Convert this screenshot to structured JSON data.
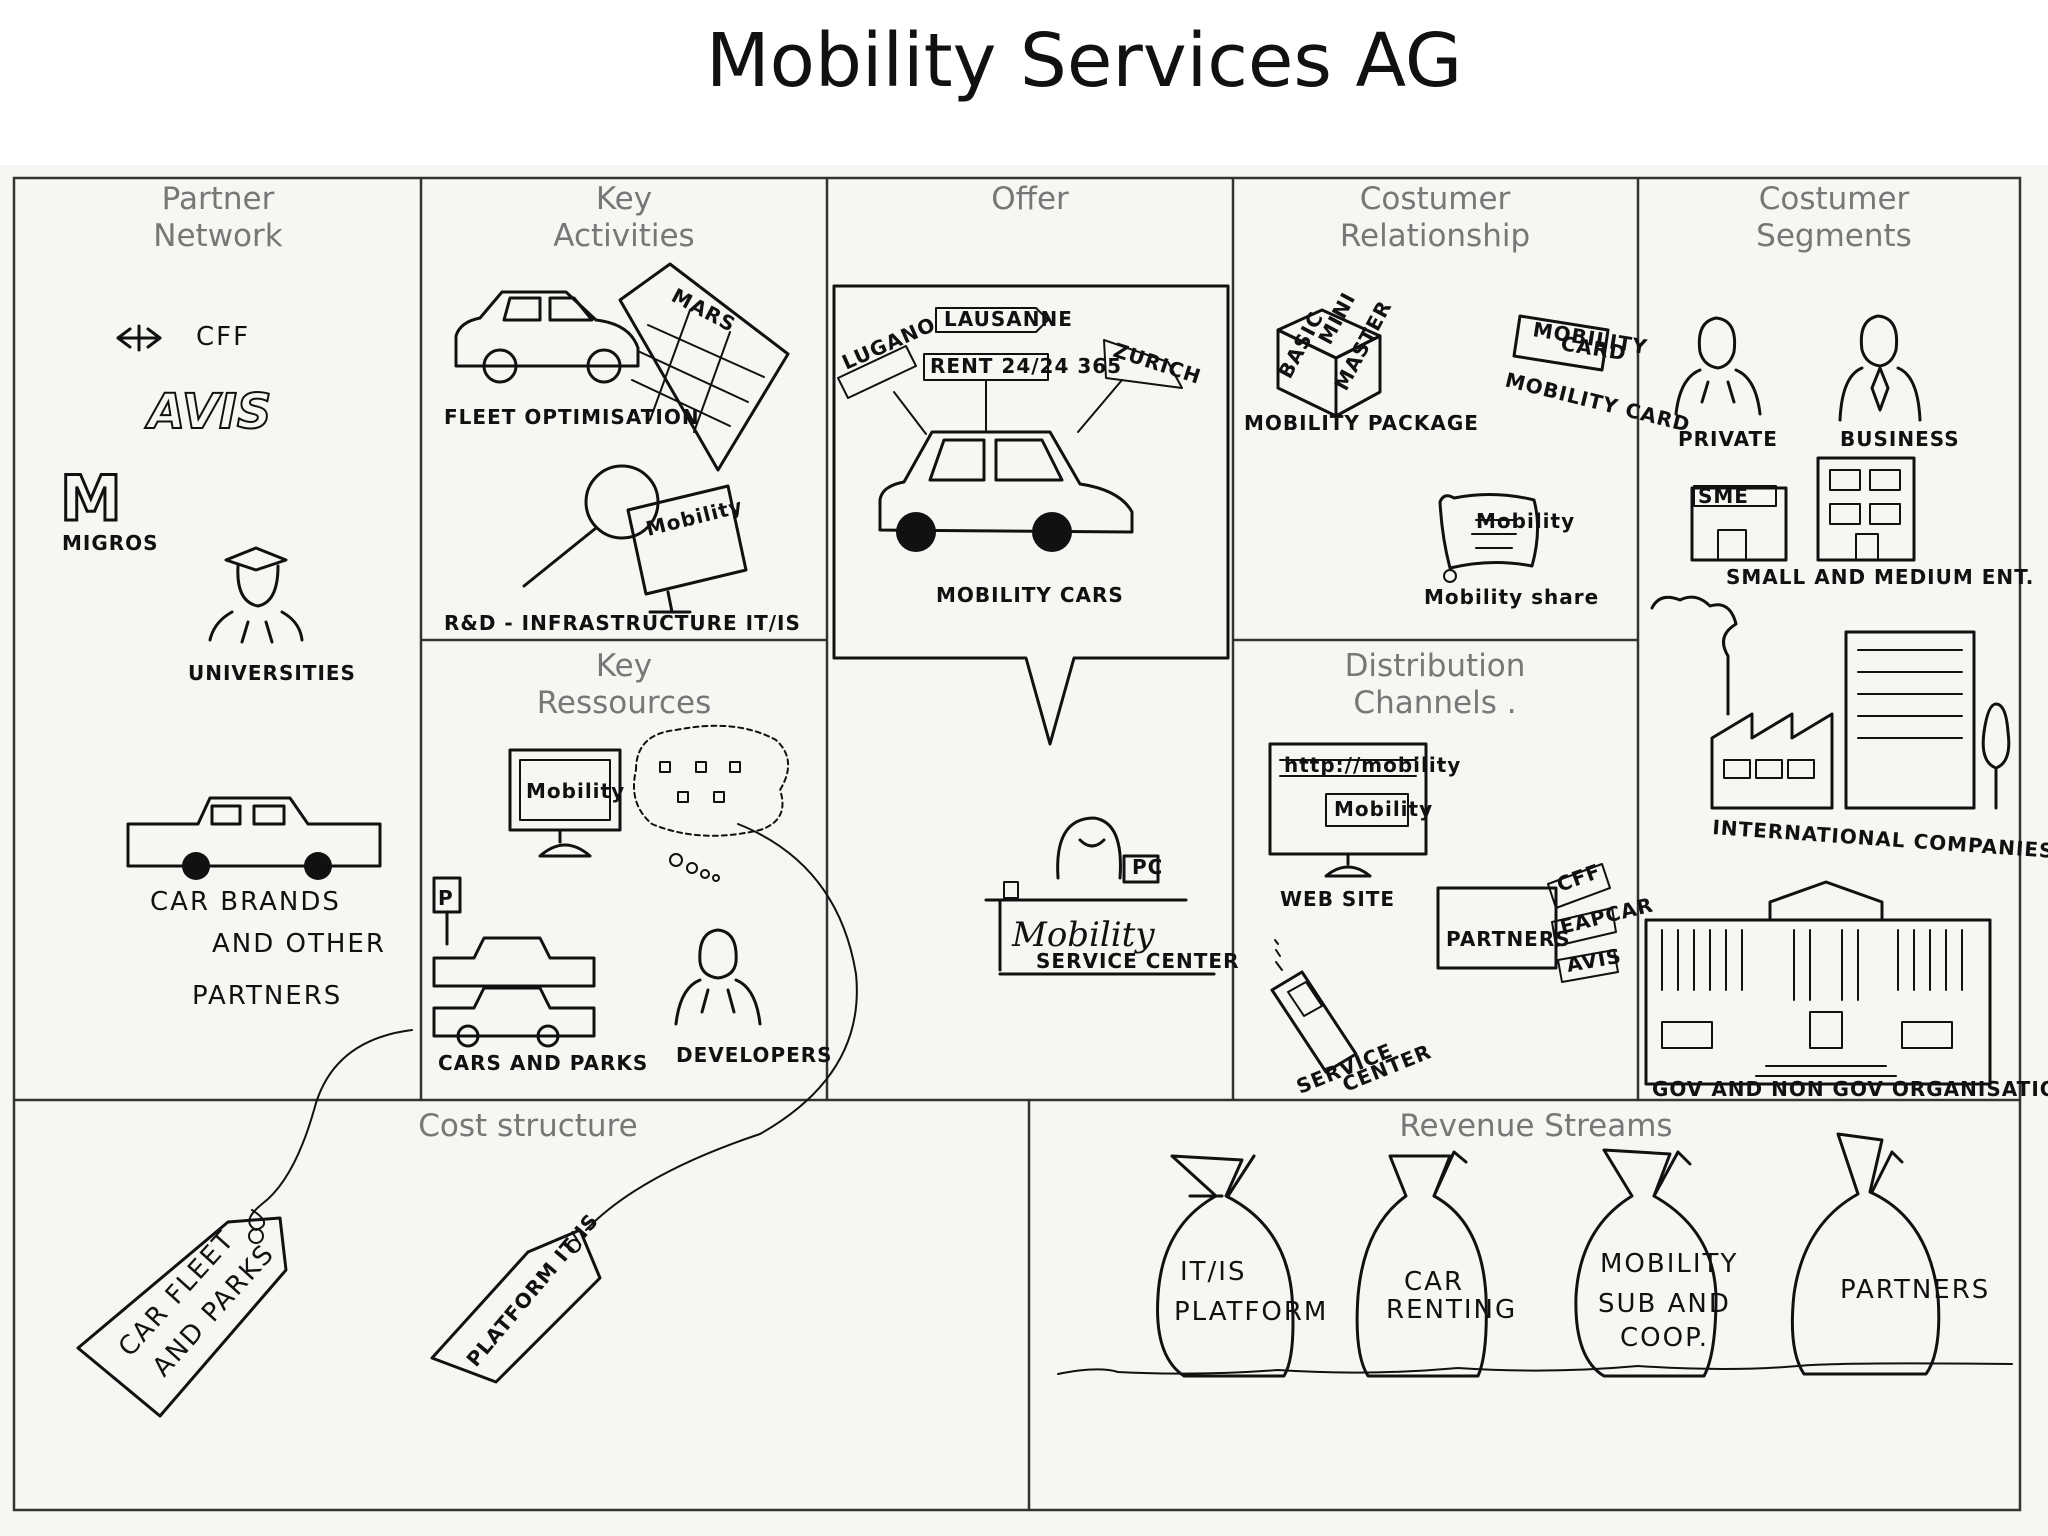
{
  "title": "Mobility Services AG",
  "blocks": {
    "partner_network": {
      "header_line1": "Partner",
      "header_line2": "Network",
      "items": {
        "cff": "CFF",
        "avis": "AVIS",
        "migros_logo": "M",
        "migros": "MIGROS",
        "universities": "UNIVERSITIES",
        "car_brands_1": "CAR BRANDS",
        "car_brands_2": "AND OTHER",
        "car_brands_3": "PARTNERS"
      }
    },
    "key_activities": {
      "header_line1": "Key",
      "header_line2": "Activities",
      "items": {
        "mars": "MARS",
        "fleet": "FLEET OPTIMISATION",
        "mobility": "Mobility",
        "rd": "R&D - INFRASTRUCTURE IT/IS"
      }
    },
    "key_resources": {
      "header_line1": "Key",
      "header_line2": "Ressources",
      "items": {
        "screen": "Mobility",
        "parking_sign": "P",
        "cars_parks": "CARS AND PARKS",
        "developers": "DEVELOPERS"
      }
    },
    "offer": {
      "header": "Offer",
      "items": {
        "lugano": "LUGANO",
        "lausanne": "LAUSANNE",
        "rent": "RENT 24/24 365",
        "zurich": "ZURICH",
        "mobility_cars": "MOBILITY CARS",
        "service_1": "Mobility",
        "service_2": "SERVICE CENTER",
        "pc": "PC"
      }
    },
    "customer_relationship": {
      "header_line1": "Costumer",
      "header_line2": "Relationship",
      "items": {
        "basic": "BASIC",
        "mini": "MINI",
        "master": "MASTER",
        "package": "MOBILITY PACKAGE",
        "card_1": "MOBILITY",
        "card_2": "CARD",
        "card": "MOBILITY CARD",
        "share_doc": "Mobility",
        "share": "Mobility share"
      }
    },
    "distribution_channels": {
      "header_line1": "Distribution",
      "header_line2": "Channels .",
      "items": {
        "url": "http://mobility",
        "site_box": "Mobility",
        "web_site": "WEB SITE",
        "partners": "PARTNERS",
        "tag_cff": "CFF",
        "tag_europcar": "EAPCAR",
        "tag_avis": "AVIS",
        "service_1": "SERVICE",
        "service_2": "CENTER"
      }
    },
    "customer_segments": {
      "header_line1": "Costumer",
      "header_line2": "Segments",
      "items": {
        "private": "PRIVATE",
        "business": "BUSINESS",
        "sme": "SME",
        "sme_label": "SMALL AND MEDIUM ENT.",
        "international": "INTERNATIONAL COMPANIES",
        "gov": "GOV AND NON GOV ORGANISATIONS"
      }
    },
    "cost_structure": {
      "header": "Cost structure",
      "items": {
        "tag1_1": "CAR FLEET",
        "tag1_2": "AND PARKS",
        "tag2": "PLATFORM IT/IS"
      }
    },
    "revenue_streams": {
      "header": "Revenue Streams",
      "bags": [
        {
          "line1": "IT/IS",
          "line2": "PLATFORM",
          "line3": ""
        },
        {
          "line1": "CAR",
          "line2": "RENTING",
          "line3": ""
        },
        {
          "line1": "MOBILITY",
          "line2": "SUB AND",
          "line3": "COOP."
        },
        {
          "line1": "PARTNERS",
          "line2": "",
          "line3": ""
        }
      ]
    }
  }
}
